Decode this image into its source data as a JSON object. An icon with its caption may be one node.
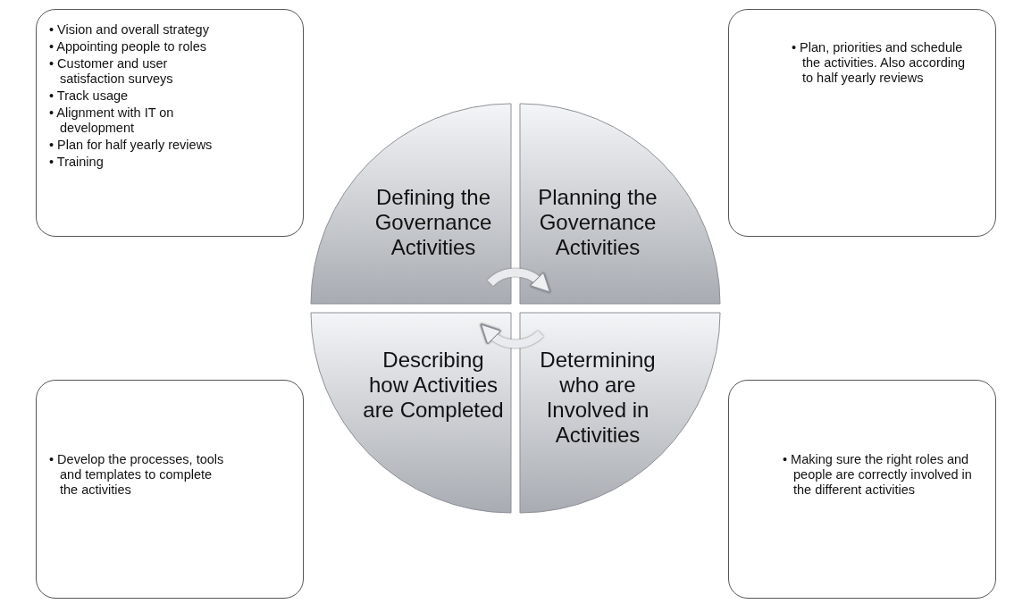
{
  "diagram": {
    "nodes": [
      {
        "text": [
          "• Vision and overall strategy",
          "• Appointing people to roles",
          "• Customer and user satisfaction surveys",
          "• Track usage",
          "• Alignment with IT on development",
          "• Plan for half yearly reviews",
          "• Training"
        ]
      },
      {
        "text": [
          "• Plan, priorities and schedule the activities. Also according to half yearly reviews"
        ]
      },
      {
        "text": [
          "Defining the Governance Activities"
        ]
      },
      {
        "text": [
          "Planning the Governance Activities"
        ]
      },
      {
        "text": [
          "Describing how Activities are Completed"
        ]
      },
      {
        "text": [
          "Determining who are Involved in Activities"
        ]
      },
      {
        "text": [
          "• Develop the processes, tools and templates to complete the activities"
        ]
      },
      {
        "text": [
          "• Making sure the right roles and people are correctly involved in the different activities"
        ]
      }
    ],
    "edges": [
      {
        "from": 2,
        "to": 3,
        "arrow": "to"
      },
      {
        "from": 5,
        "to": 4,
        "arrow": "to"
      }
    ]
  }
}
